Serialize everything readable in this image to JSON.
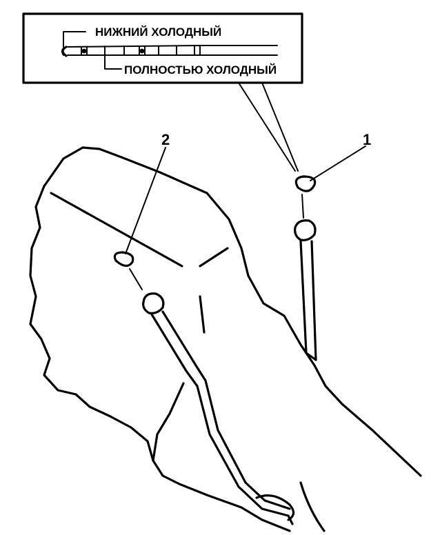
{
  "inset": {
    "label_low_cold": "НИЖНИЙ ХОЛОДНЫЙ",
    "label_full_cold": "ПОЛНОСТЬЮ ХОЛОДНЫЙ"
  },
  "callouts": {
    "dipstick_1": "1",
    "dipstick_2": "2"
  }
}
